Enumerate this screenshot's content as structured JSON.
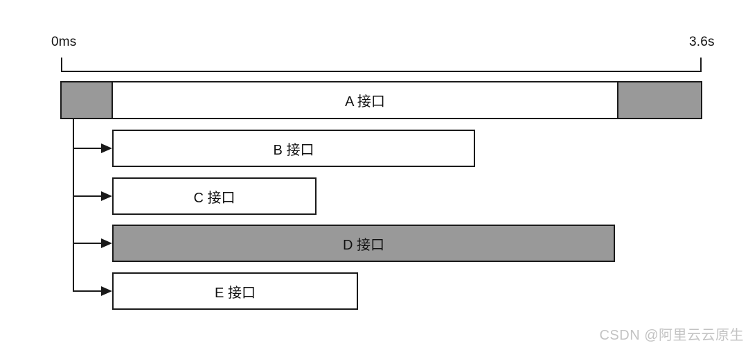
{
  "timeline": {
    "start_label": "0ms",
    "end_label": "3.6s"
  },
  "bars": [
    {
      "id": "A",
      "label": "A 接口",
      "fill": "white",
      "segments": [
        "gray",
        "white",
        "gray"
      ]
    },
    {
      "id": "B",
      "label": "B 接口",
      "fill": "white"
    },
    {
      "id": "C",
      "label": "C 接口",
      "fill": "white"
    },
    {
      "id": "D",
      "label": "D 接口",
      "fill": "gray"
    },
    {
      "id": "E",
      "label": "E 接口",
      "fill": "white"
    }
  ],
  "watermark": "CSDN @阿里云云原生",
  "colors": {
    "bar_gray": "#999999",
    "line": "#1a1a1a",
    "watermark": "#c3c3c3",
    "background": "#ffffff"
  }
}
